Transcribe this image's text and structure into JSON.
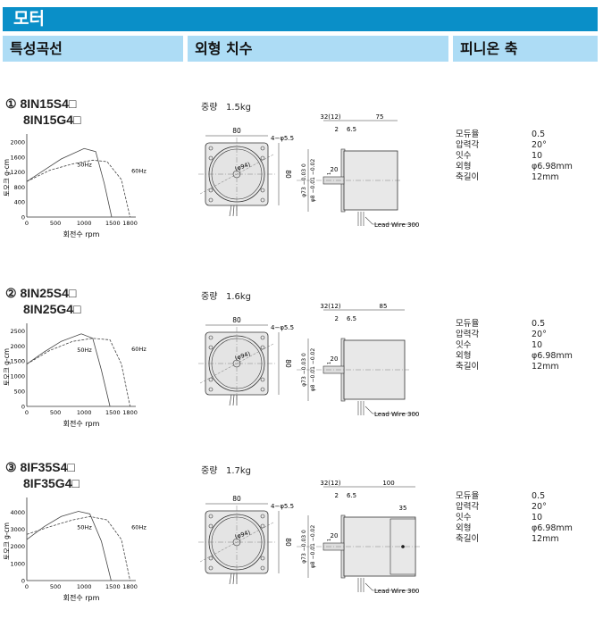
{
  "header": {
    "title": "모터"
  },
  "columns": [
    "특성곡선",
    "외형 치수",
    "피니온 축"
  ],
  "pinion_labels": [
    [
      "모듀율",
      "압력각",
      "잇수",
      "외형",
      "축길이"
    ],
    [
      "모듀율",
      "압력각",
      "잇수",
      "외형",
      "축길이"
    ],
    [
      "모듀율",
      "압력각",
      "잇수",
      "외형",
      "축길이"
    ]
  ],
  "pinion_values": [
    "0.5",
    "20°",
    "10",
    "φ6.98mm",
    "12mm"
  ],
  "sections": [
    {
      "num": "①",
      "model1": "8IN15S4□",
      "model2": "8IN15G4□",
      "weight_label": "중량",
      "weight": "1.5kg",
      "dims": {
        "width": "80",
        "holes": "4−φ5.5",
        "pcd": "(φ94)",
        "height": "80",
        "shaft_ext": "32(12)",
        "body": "75",
        "flange": "6.5",
        "gap": "2",
        "shaft_len": "20",
        "key": "1",
        "body_dia": "φ73 −0.03 0",
        "shaft_dia": "φ8 −0.01 −0.02",
        "lead": "Lead  Wire  300"
      }
    },
    {
      "num": "②",
      "model1": "8IN25S4□",
      "model2": "8IN25G4□",
      "weight_label": "중량",
      "weight": "1.6kg",
      "dims": {
        "width": "80",
        "holes": "4−φ5.5",
        "pcd": "(φ94)",
        "height": "80",
        "shaft_ext": "32(12)",
        "body": "85",
        "flange": "6.5",
        "gap": "2",
        "shaft_len": "20",
        "key": "1",
        "body_dia": "φ73 −0.03 0",
        "shaft_dia": "φ8 −0.01 −0.02",
        "lead": "Lead  Wire  300"
      }
    },
    {
      "num": "③",
      "model1": "8IF35S4□",
      "model2": "8IF35G4□",
      "weight_label": "중량",
      "weight": "1.7kg",
      "dims": {
        "width": "80",
        "holes": "4−φ5.5",
        "pcd": "(φ94)",
        "height": "80",
        "shaft_ext": "32(12)",
        "body": "100",
        "fan": "35",
        "flange": "6.5",
        "gap": "2",
        "shaft_len": "20",
        "key": "1",
        "body_dia": "φ73 −0.03 0",
        "shaft_dia": "φ8 −0.01 −0.02",
        "lead": "Lead  Wire  300"
      }
    }
  ],
  "chart_data": [
    {
      "type": "line",
      "ylabel": "토오크 g-cm",
      "xlabel": "회전수  rpm",
      "xticks": [
        0,
        500,
        1000,
        1500,
        1800
      ],
      "xlim": [
        0,
        1900
      ],
      "yticks": [
        0,
        400,
        800,
        1200,
        1600,
        2000
      ],
      "ylim": [
        0,
        2100
      ],
      "series": [
        {
          "name": "50Hz",
          "x": [
            0,
            300,
            600,
            1000,
            1200,
            1350,
            1480
          ],
          "y": [
            950,
            1250,
            1550,
            1830,
            1750,
            900,
            0
          ]
        },
        {
          "name": "60Hz",
          "x": [
            0,
            400,
            800,
            1150,
            1400,
            1650,
            1800
          ],
          "y": [
            950,
            1250,
            1420,
            1520,
            1480,
            1000,
            0
          ]
        }
      ]
    },
    {
      "type": "line",
      "ylabel": "토오크 g-cm",
      "xlabel": "회전수  rpm",
      "xticks": [
        0,
        500,
        1000,
        1500,
        1800
      ],
      "xlim": [
        0,
        1900
      ],
      "yticks": [
        0,
        500,
        1000,
        1500,
        2000,
        2500
      ],
      "ylim": [
        0,
        2600
      ],
      "series": [
        {
          "name": "50Hz",
          "x": [
            0,
            300,
            600,
            950,
            1150,
            1300,
            1450
          ],
          "y": [
            1400,
            1800,
            2150,
            2400,
            2250,
            1200,
            0
          ]
        },
        {
          "name": "60Hz",
          "x": [
            0,
            400,
            800,
            1150,
            1450,
            1650,
            1800
          ],
          "y": [
            1400,
            1850,
            2150,
            2250,
            2200,
            1400,
            0
          ]
        }
      ]
    },
    {
      "type": "line",
      "ylabel": "토오크 g-cm",
      "xlabel": "회전수  rpm",
      "xticks": [
        0,
        500,
        1000,
        1500,
        1800
      ],
      "xlim": [
        0,
        1900
      ],
      "yticks": [
        0,
        1000,
        2000,
        3000,
        4000
      ],
      "ylim": [
        0,
        4600
      ],
      "series": [
        {
          "name": "50Hz",
          "x": [
            0,
            300,
            600,
            900,
            1100,
            1300,
            1470
          ],
          "y": [
            2400,
            3150,
            3750,
            4050,
            3900,
            2300,
            0
          ]
        },
        {
          "name": "60Hz",
          "x": [
            0,
            400,
            800,
            1100,
            1400,
            1650,
            1800
          ],
          "y": [
            2700,
            3150,
            3550,
            3750,
            3550,
            2400,
            0
          ]
        }
      ]
    }
  ]
}
